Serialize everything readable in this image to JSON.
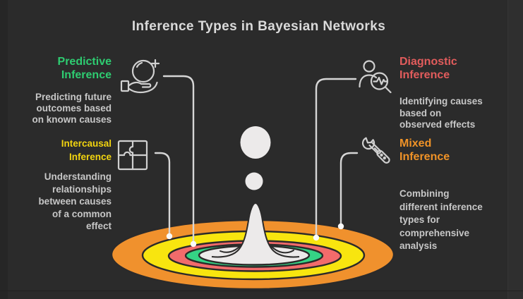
{
  "title": "Inference Types in Bayesian Networks",
  "canvas": {
    "background": "#2B2B2B",
    "left_strip": "#262626",
    "right_strip": "#2F2F2F",
    "title_color": "#DADADA",
    "description_color": "#C7C7C7",
    "connector_color": "#D6D6D6",
    "icon_color": "#D0D0D0"
  },
  "items": [
    {
      "name": "predictive",
      "label": "Predictive\nInference",
      "color": "#2ECC71",
      "description": "Predicting future\noutcomes based\non known causes",
      "icon": "crystal-ball-hand-icon"
    },
    {
      "name": "diagnostic",
      "label": "Diagnostic\nInference",
      "color": "#E25C5C",
      "description": "Identifying causes\nbased on\nobserved effects",
      "icon": "person-magnifier-icon"
    },
    {
      "name": "intercausal",
      "label": "Intercausal\nInference",
      "color": "#F2D40F",
      "description": "Understanding\nrelationships\nbetween causes\nof a common\neffect",
      "icon": "puzzle-icon"
    },
    {
      "name": "mixed",
      "label": "Mixed\nInference",
      "color": "#EF9227",
      "description": "Combining\ndifferent inference\ntypes for\ncomprehensive\nanalysis",
      "icon": "wrench-screwdriver-icon"
    }
  ],
  "splash": {
    "droplet_color": "#ECEAEA",
    "dot_color": "#FAFAFA",
    "rings": [
      {
        "name": "outer-orange",
        "color": "#F0912D"
      },
      {
        "name": "yellow",
        "color": "#F8E50F"
      },
      {
        "name": "red",
        "color": "#F26B6B"
      },
      {
        "name": "green",
        "color": "#35D385"
      },
      {
        "name": "pool",
        "color": "#ECEAEA"
      }
    ]
  }
}
